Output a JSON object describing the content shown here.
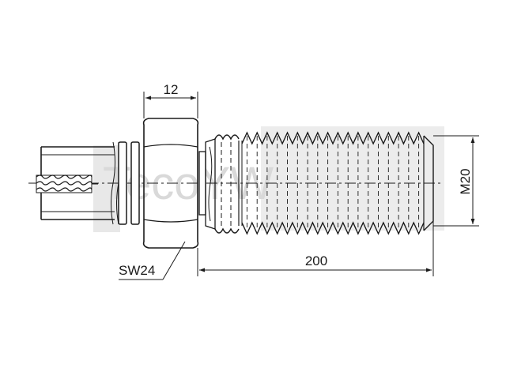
{
  "dimensions": {
    "nut_width": "12",
    "wrench_size": "SW24",
    "thread_length": "200",
    "thread_diameter": "M20"
  },
  "watermark": {
    "text": "TecoYW"
  },
  "thread": {
    "crest_count": 18
  }
}
